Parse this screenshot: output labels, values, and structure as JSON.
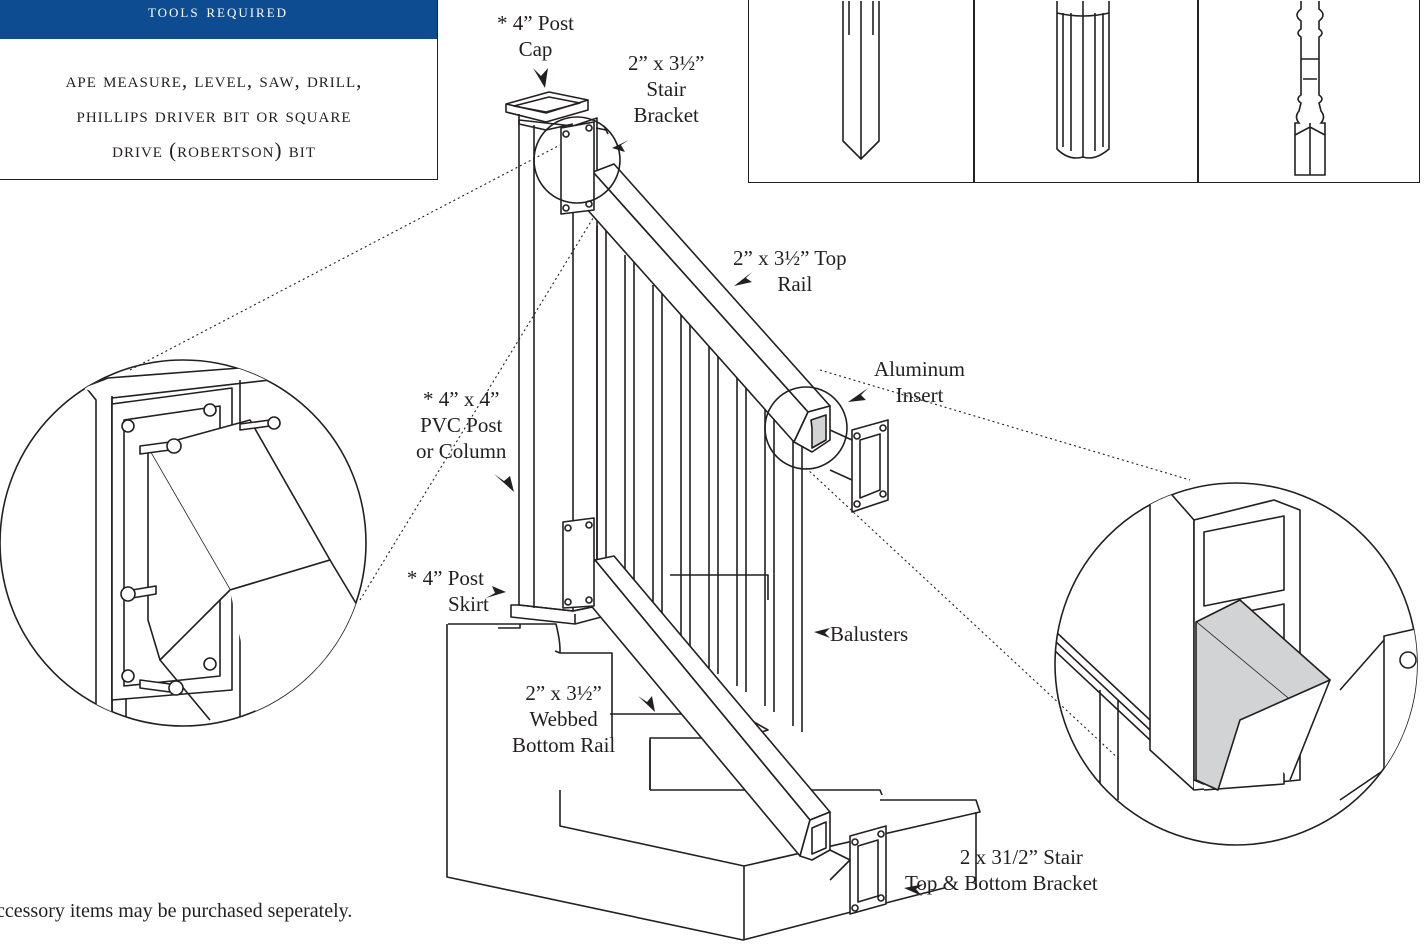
{
  "tools": {
    "header": "tools required",
    "line1": "ape measure, level, saw, drill,",
    "line2": "phillips driver bit or square",
    "line3": "drive (robertson) bit"
  },
  "callouts": {
    "post_cap": [
      "* 4” Post",
      "Cap"
    ],
    "stair_bracket": [
      "2” x 3½”",
      "Stair",
      "Bracket"
    ],
    "top_rail": [
      "2” x 3½” Top",
      "Rail"
    ],
    "aluminum_insert": [
      "Aluminum",
      "Insert"
    ],
    "pvc_post": [
      "* 4” x 4”",
      "PVC Post",
      "or Column"
    ],
    "post_skirt": [
      "* 4” Post",
      "Skirt"
    ],
    "balusters": "Balusters",
    "bottom_rail": [
      "2” x 3½”",
      "Webbed",
      "Bottom Rail"
    ],
    "stair_top_bottom_bracket": [
      "2 x 31/2” Stair",
      "Top & Bottom Bracket"
    ]
  },
  "footnote": "ccessory items may be purchased seperately.",
  "colors": {
    "header_blue": "#0e4c92",
    "line": "#231f20",
    "insert_gray": "#d1d3d4"
  }
}
